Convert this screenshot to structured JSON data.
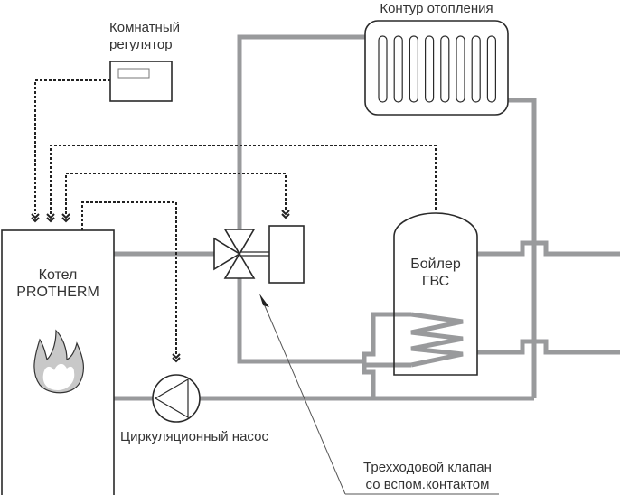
{
  "diagram": {
    "title_radiator": "Контур отопления",
    "room_controller": {
      "line1": "Комнатный",
      "line2": "регулятор"
    },
    "boiler": {
      "line1": "Котел",
      "line2": "PROTHERM"
    },
    "dhw_tank": {
      "line1": "Бойлер",
      "line2": "ГВС"
    },
    "pump_label": "Циркуляционный насос",
    "valve_label": {
      "line1": "Трехходовой клапан",
      "line2": "со вспом.контактом"
    },
    "icons": {
      "flame": "flame-icon",
      "pump": "pump-icon",
      "valve": "three-way-valve-icon",
      "radiator": "radiator-icon"
    },
    "colors": {
      "pipe": "#999a9c",
      "outline": "#2a2a2a",
      "flame_outer": "#c8c8c8",
      "text": "#333333"
    }
  }
}
